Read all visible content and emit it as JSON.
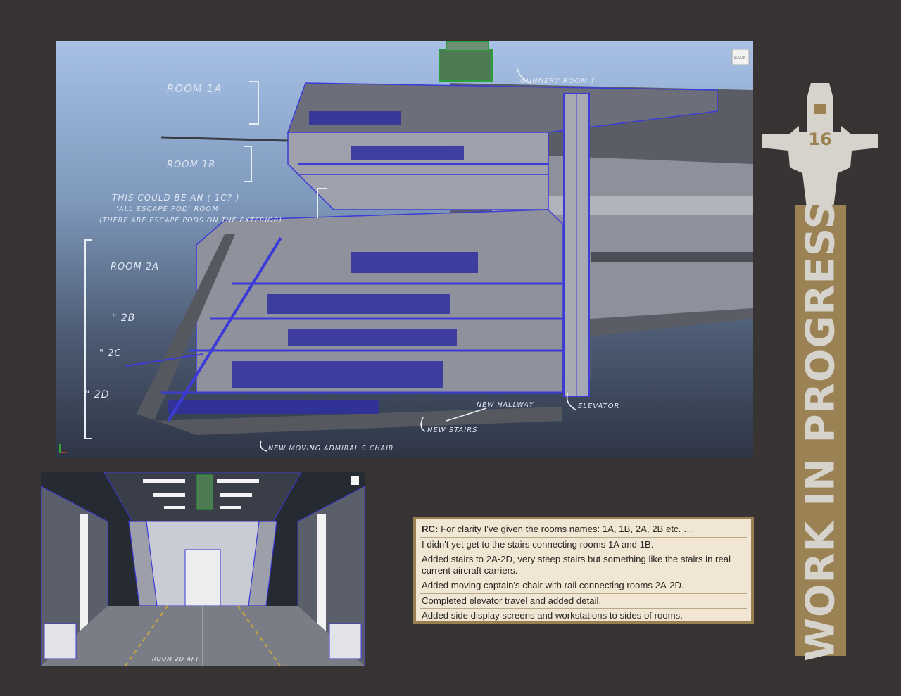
{
  "main_render": {
    "view_cube_label": "BACK",
    "annotations": {
      "room_1a": "ROOM 1A",
      "room_1b": "ROOM 1B",
      "escape_line1": "THIS COULD BE AN   ( 1C? )",
      "escape_line2": "'ALL ESCAPE POD' ROOM",
      "escape_line3": "(THERE ARE ESCAPE PODS ON THE EXTERIOR)",
      "room_2a": "ROOM 2A",
      "room_2b": "\"  2B",
      "room_2c": "\"  2C",
      "room_2d": "\"  2D",
      "gunnery": "GUNNERY ROOM ?",
      "new_hallway": "NEW HALLWAY",
      "elevator": "ELEVATOR",
      "new_stairs": "NEW STAIRS",
      "admiral_chair": "NEW MOVING ADMIRAL'S CHAIR"
    }
  },
  "secondary_render": {
    "caption": "ROOM 2D AFT"
  },
  "notes": {
    "lead": "RC:",
    "intro": " For clarity I've given the rooms names:  1A, 1B, 2A, 2B etc. …",
    "items": [
      "I didn't yet get to the stairs connecting rooms 1A and 1B.",
      "Added stairs to 2A-2D, very steep stairs but something like the stairs in real current aircraft carriers.",
      "Added moving captain's chair with rail connecting rooms 2A-2D.",
      "Completed elevator travel and added detail.",
      "Added side display screens and workstations to sides of rooms."
    ]
  },
  "badge": {
    "number": "16",
    "banner_text": "WORK IN PROGRESS"
  },
  "colors": {
    "background": "#383434",
    "banner": "#9b8254",
    "notes_bg": "#f1e6d4",
    "wireframe": "#3c3ad8"
  }
}
